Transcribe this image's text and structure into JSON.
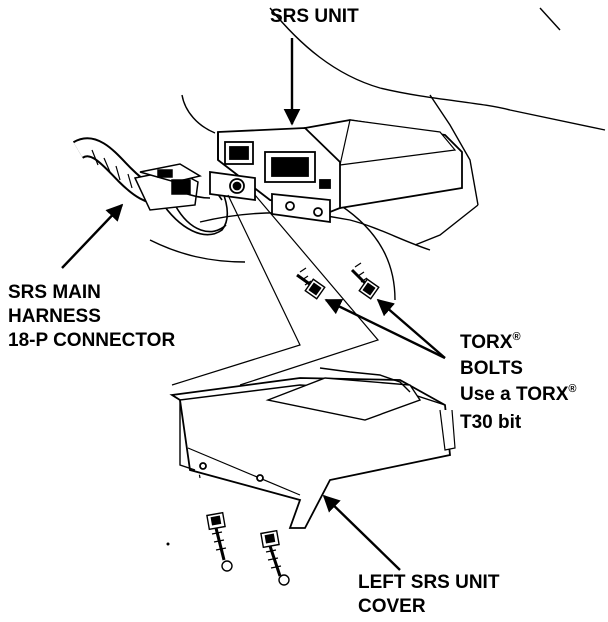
{
  "labels": {
    "srs_unit": "SRS UNIT",
    "connector_line1": "SRS MAIN",
    "connector_line2": "HARNESS",
    "connector_line3": "18-P CONNECTOR",
    "torx_line1": "TORX",
    "torx_reg1": "®",
    "torx_line2": "BOLTS",
    "torx_line3": "Use a TORX",
    "torx_reg2": "®",
    "torx_line4": "T30 bit",
    "cover_line1": "LEFT SRS UNIT",
    "cover_line2": "COVER"
  }
}
